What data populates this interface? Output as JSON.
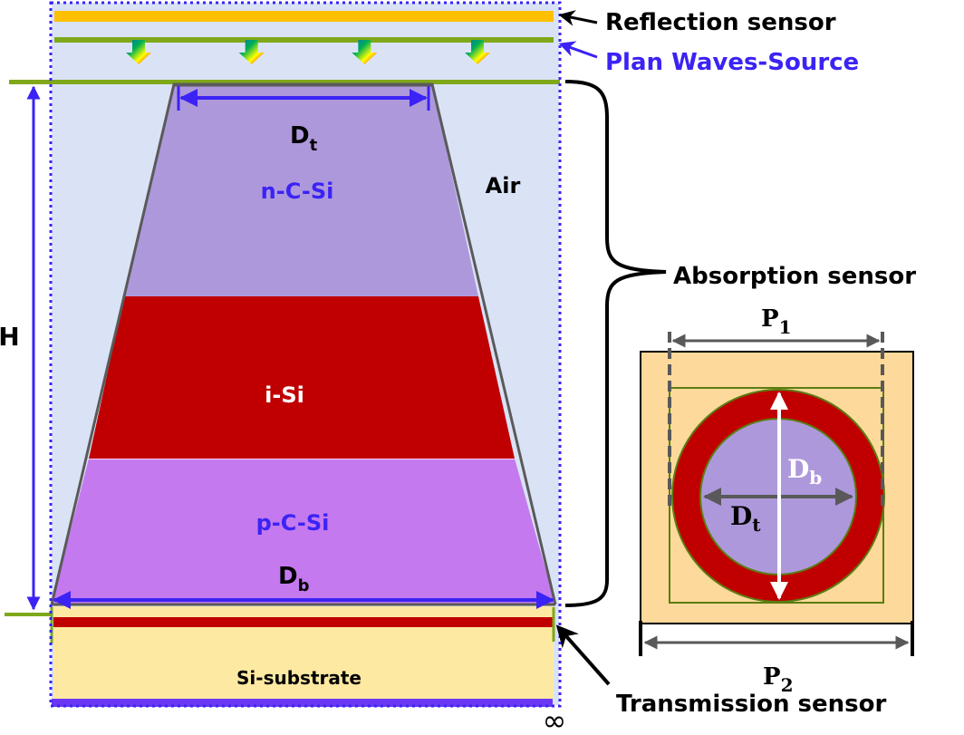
{
  "colors": {
    "air": "#dae3f6",
    "boundary_dots": "#3b23f5",
    "reflection_sensor": "#ffc000",
    "source_line": "#7fa81a",
    "n_c_si": "#ae98dc",
    "i_si": "#c00000",
    "p_c_si": "#c479ee",
    "substrate": "#fde9a2",
    "bottom_bar": "#6a38f5",
    "dimension_blue": "#3b23f5",
    "label_blue": "#3b23f5",
    "outline_gray": "#5a5a5a",
    "unit_cell_fill": "#fdd99b",
    "unit_cell_inner": "#ae98dc",
    "text_black": "#000000",
    "text_white": "#ffffff"
  },
  "labels": {
    "reflection_sensor": "Reflection sensor",
    "source": "Plan Waves-Source",
    "absorption_sensor": "Absorption sensor",
    "transmission_sensor": "Transmission sensor",
    "air": "Air",
    "n_layer": "n-C-Si",
    "i_layer": "i-Si",
    "p_layer": "p-C-Si",
    "substrate": "Si-substrate",
    "height": "H",
    "top_diameter_main": "D",
    "top_diameter_sub": "t",
    "bottom_diameter_main": "D",
    "bottom_diameter_sub": "b",
    "infinity": "∞",
    "period1_main": "P",
    "period1_sub": "1",
    "period2_main": "P",
    "period2_sub": "2",
    "cell_db_main": "D",
    "cell_db_sub": "b",
    "cell_dt_main": "D",
    "cell_dt_sub": "t"
  },
  "source_arrow_count": 4
}
